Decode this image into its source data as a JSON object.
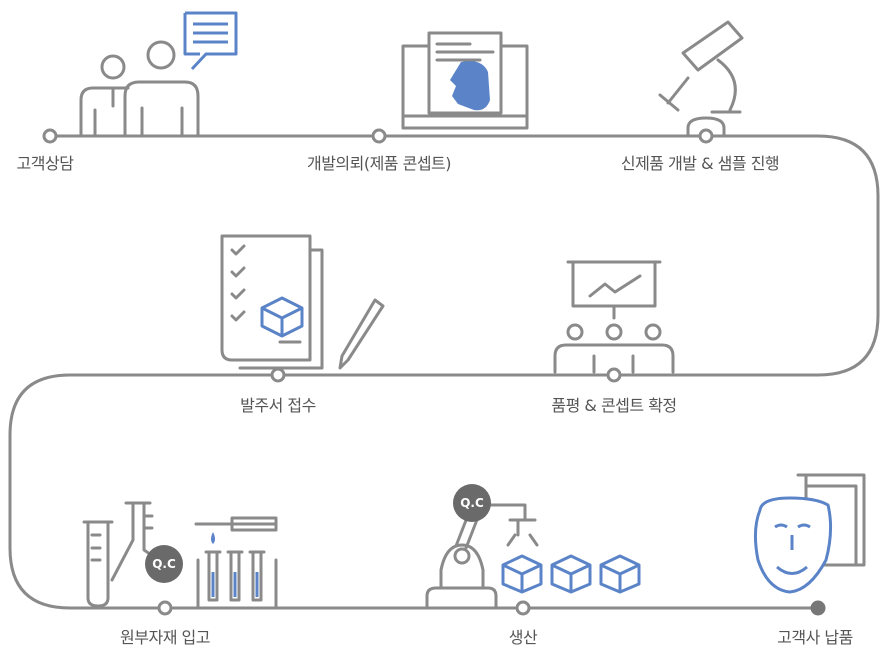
{
  "steps": [
    {
      "label": "고객상담"
    },
    {
      "label": "개발의뢰(제품 콘셉트)"
    },
    {
      "label": "신제품 개발 & 샘플 진행"
    },
    {
      "label": "발주서 접수"
    },
    {
      "label": "품평 & 콘셉트 확정"
    },
    {
      "label": "원부자재 입고"
    },
    {
      "label": "생산"
    },
    {
      "label": "고객사 납품"
    }
  ],
  "qc_badges": [
    "Q.C",
    "Q.C"
  ],
  "colors": {
    "line": "#8a8a8a",
    "accent": "#5b84c8",
    "text": "#555555"
  }
}
